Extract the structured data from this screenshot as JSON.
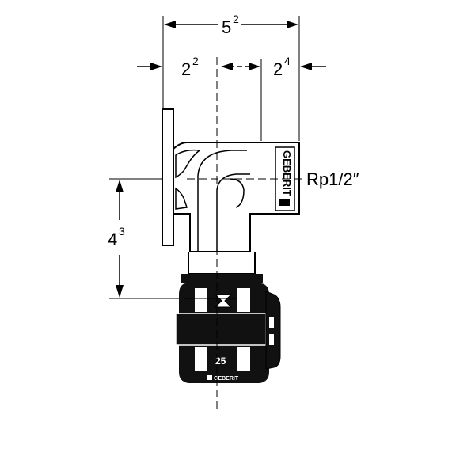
{
  "dimensions": {
    "overall_width": {
      "base": "5",
      "sup": "2"
    },
    "flange_to_axis": {
      "base": "2",
      "sup": "2"
    },
    "axis_to_face": {
      "base": "2",
      "sup": "4"
    },
    "height": {
      "base": "4",
      "sup": "3"
    }
  },
  "thread_label": "Rp1/2″",
  "brand": {
    "body_logo": "GEBERIT",
    "base_logo": "GEBERIT"
  },
  "size_marking": "25",
  "colors": {
    "line": "#000000",
    "background": "#ffffff",
    "fitting_fill": "#ffffff",
    "coupling_fill": "#111111"
  }
}
